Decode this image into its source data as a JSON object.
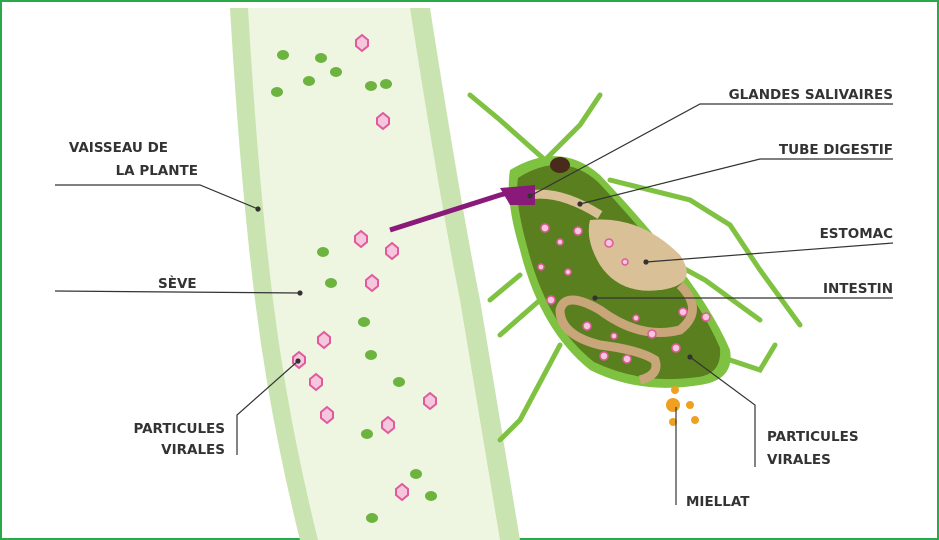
{
  "labels": {
    "vaisseau_line1": "VAISSEAU DE",
    "vaisseau_line2": "LA PLANTE",
    "seve": "SÈVE",
    "particules_left_line1": "PARTICULES",
    "particules_left_line2": "VIRALES",
    "glandes": "GLANDES SALIVAIRES",
    "tube": "TUBE DIGESTIF",
    "estomac": "ESTOMAC",
    "intestin": "INTESTIN",
    "particules_right_line1": "PARTICULES",
    "particules_right_line2": "VIRALES",
    "miellat": "MIELLAT"
  },
  "colors": {
    "border": "#2aa84a",
    "vessel": "#c9e4b0",
    "vessel_inner": "#eef6e2",
    "sap_dot": "#6cb33f",
    "virus": "#e879b0",
    "aphid_outer": "#7fc241",
    "aphid_body": "#5a7f1f",
    "stomach": "#d9c096",
    "salivary": "#8a1a7a",
    "honeydew": "#f0a020"
  }
}
